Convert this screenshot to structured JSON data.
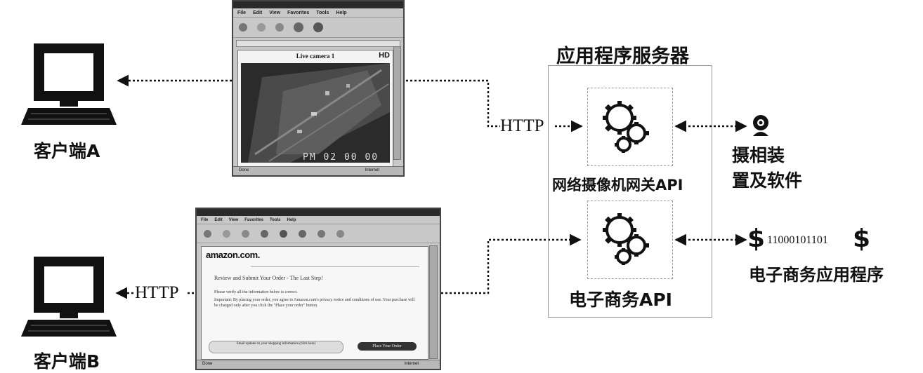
{
  "clients": {
    "a_label": "客户端A",
    "b_label": "客户端B"
  },
  "protocol": {
    "http_top": "HTTP",
    "http_bottom": "HTTP"
  },
  "server": {
    "title": "应用程序服务器",
    "camera_api": "网络摄像机网关API",
    "ecommerce_api": "电子商务API"
  },
  "devices": {
    "camera_line1": "摄相装",
    "camera_line2": "置及软件",
    "ecommerce_app": "电子商务应用程序",
    "binary": "11000101101",
    "dollar": "$"
  },
  "browser_camera": {
    "menu": [
      "File",
      "Edit",
      "View",
      "Favorites",
      "Tools",
      "Help"
    ],
    "title": "Live camera 1",
    "hd": "HD",
    "timestamp": "PM 02 00 00",
    "status_left": "Done",
    "status_right": "Internet"
  },
  "browser_amazon": {
    "menu": [
      "File",
      "Edit",
      "View",
      "Favorites",
      "Tools",
      "Help"
    ],
    "logo": "amazon.com.",
    "heading": "Review and Submit Your Order - The Last Step!",
    "body1": "Please verify all the information below is correct.",
    "body2": "Important: By placing your order, you agree to Amazon.com's privacy notice and conditions of use. Your purchase will be charged only after you click the \"Place your order\" button.",
    "button_secondary": "Email updates to your shopping information (click here)",
    "button_primary": "Place Your Order",
    "status_left": "Done",
    "status_right": "Internet"
  },
  "colors": {
    "ink": "#111111",
    "dashed_box": "#9a9a9a",
    "camera_window_bg": "#2b2b2b"
  }
}
